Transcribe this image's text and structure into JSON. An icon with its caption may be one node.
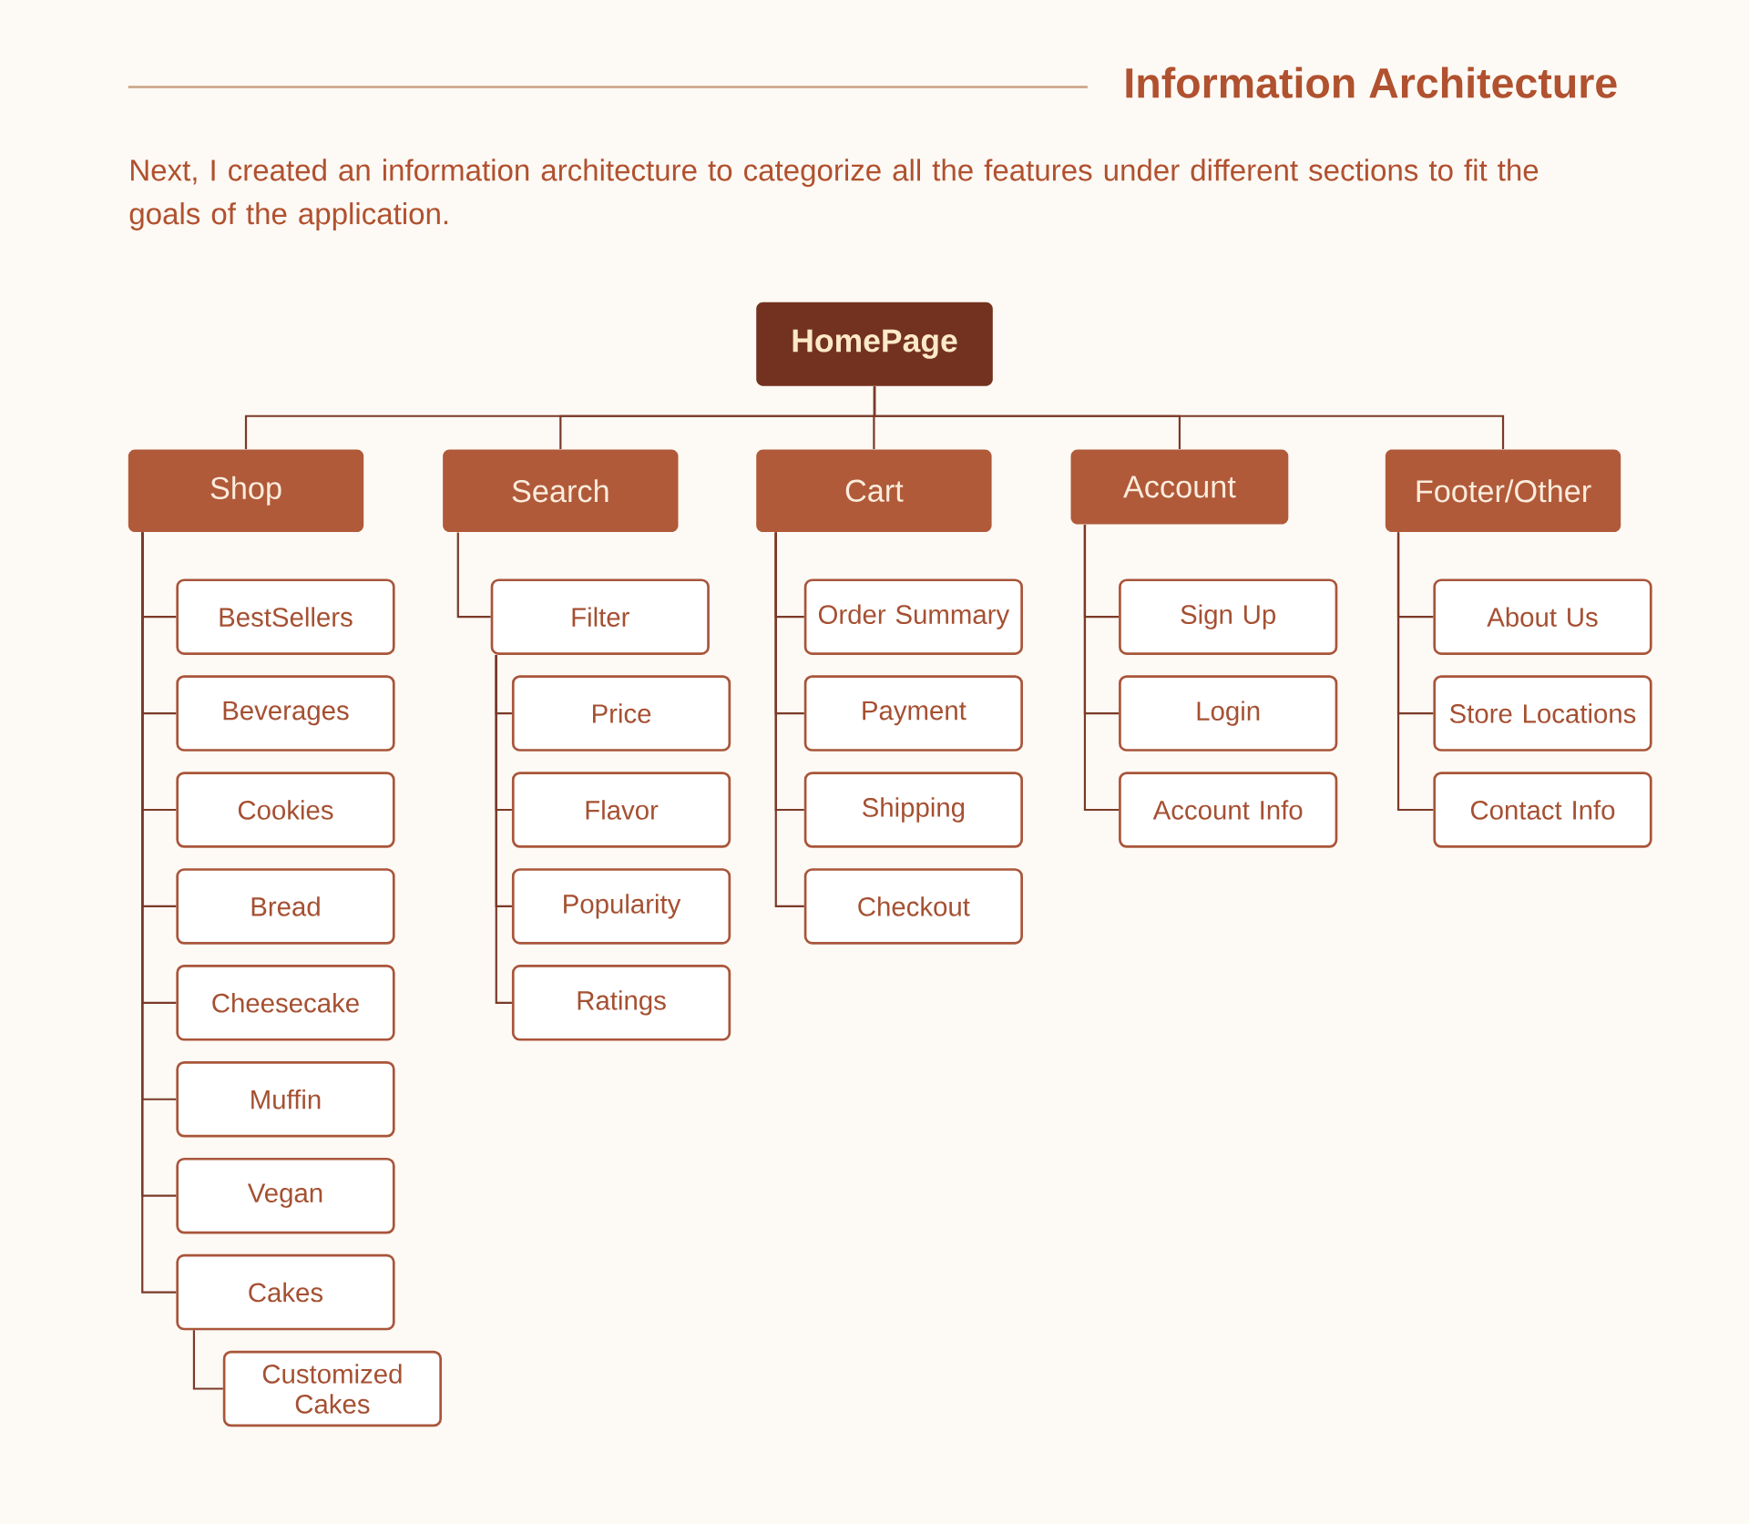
{
  "diagram": {
    "title": "Information Architecture",
    "nodes": [
      {
        "text": [
          "HomePage"
        ]
      },
      {
        "text": [
          "Shop"
        ]
      },
      {
        "text": [
          "BestSellers"
        ]
      },
      {
        "text": [
          "Beverages"
        ]
      },
      {
        "text": [
          "Cookies"
        ]
      },
      {
        "text": [
          "Bread"
        ]
      },
      {
        "text": [
          "Cheesecake"
        ]
      },
      {
        "text": [
          "Muffin"
        ]
      },
      {
        "text": [
          "Vegan"
        ]
      },
      {
        "text": [
          "Cakes"
        ]
      },
      {
        "text": [
          "Customized Cakes"
        ]
      },
      {
        "text": [
          "Search"
        ]
      },
      {
        "text": [
          "Filter"
        ]
      },
      {
        "text": [
          "Price"
        ]
      },
      {
        "text": [
          "Flavor"
        ]
      },
      {
        "text": [
          "Popularity"
        ]
      },
      {
        "text": [
          "Ratings"
        ]
      },
      {
        "text": [
          "Cart"
        ]
      },
      {
        "text": [
          "Order Summary"
        ]
      },
      {
        "text": [
          "Payment"
        ]
      },
      {
        "text": [
          "Shipping"
        ]
      },
      {
        "text": [
          "Checkout"
        ]
      },
      {
        "text": [
          "Account"
        ]
      },
      {
        "text": [
          "Sign Up"
        ]
      },
      {
        "text": [
          "Login"
        ]
      },
      {
        "text": [
          "Account Info"
        ]
      },
      {
        "text": [
          "Footer/Other"
        ]
      },
      {
        "text": [
          "About Us"
        ]
      },
      {
        "text": [
          "Store Locations"
        ]
      },
      {
        "text": [
          "Contact Info"
        ]
      }
    ],
    "edges": [
      {
        "from": 0,
        "to": 1,
        "arrow": "none"
      },
      {
        "from": 0,
        "to": 11,
        "arrow": "none"
      },
      {
        "from": 0,
        "to": 17,
        "arrow": "none"
      },
      {
        "from": 0,
        "to": 22,
        "arrow": "none"
      },
      {
        "from": 0,
        "to": 26,
        "arrow": "none"
      },
      {
        "from": 1,
        "to": 2,
        "arrow": "none"
      },
      {
        "from": 1,
        "to": 3,
        "arrow": "none"
      },
      {
        "from": 1,
        "to": 4,
        "arrow": "none"
      },
      {
        "from": 1,
        "to": 5,
        "arrow": "none"
      },
      {
        "from": 1,
        "to": 6,
        "arrow": "none"
      },
      {
        "from": 1,
        "to": 7,
        "arrow": "none"
      },
      {
        "from": 1,
        "to": 8,
        "arrow": "none"
      },
      {
        "from": 1,
        "to": 9,
        "arrow": "none"
      },
      {
        "from": 9,
        "to": 10,
        "arrow": "none"
      },
      {
        "from": 11,
        "to": 12,
        "arrow": "none"
      },
      {
        "from": 12,
        "to": 13,
        "arrow": "none"
      },
      {
        "from": 12,
        "to": 14,
        "arrow": "none"
      },
      {
        "from": 12,
        "to": 15,
        "arrow": "none"
      },
      {
        "from": 12,
        "to": 16,
        "arrow": "none"
      },
      {
        "from": 17,
        "to": 18,
        "arrow": "none"
      },
      {
        "from": 17,
        "to": 19,
        "arrow": "none"
      },
      {
        "from": 17,
        "to": 20,
        "arrow": "none"
      },
      {
        "from": 17,
        "to": 21,
        "arrow": "none"
      },
      {
        "from": 22,
        "to": 23,
        "arrow": "none"
      },
      {
        "from": 22,
        "to": 24,
        "arrow": "none"
      },
      {
        "from": 22,
        "to": 25,
        "arrow": "none"
      },
      {
        "from": 26,
        "to": 27,
        "arrow": "none"
      },
      {
        "from": 26,
        "to": 28,
        "arrow": "none"
      },
      {
        "from": 26,
        "to": 29,
        "arrow": "none"
      }
    ],
    "labels": [
      "Next, I created an information architecture to categorize all the features under different sections to fit the goals of the application."
    ]
  }
}
